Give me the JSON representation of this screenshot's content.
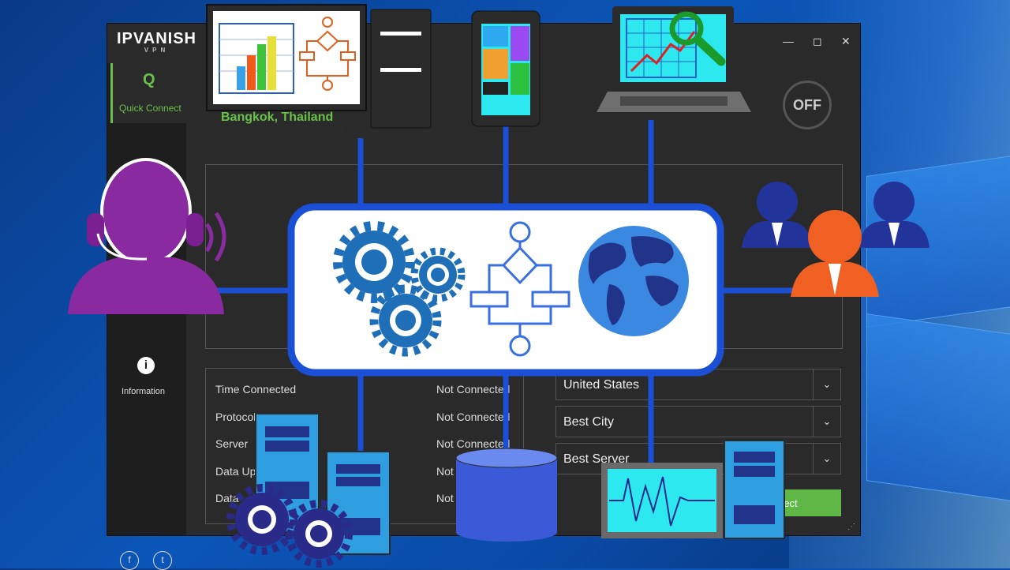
{
  "app": {
    "brand": "IPVANISH",
    "brand_sub": "VPN",
    "window_controls": [
      "—",
      "◻",
      "✕"
    ],
    "sidebar": {
      "quick_connect_label": "Quick Connect",
      "information_label": "Information",
      "social": [
        "f",
        "t"
      ]
    },
    "location_text": "Bangkok, Thailand",
    "power_label": "OFF",
    "stats": [
      {
        "label": "Time Connected",
        "value": "Not Connected"
      },
      {
        "label": "Protocol",
        "value": "Not Connected"
      },
      {
        "label": "Server",
        "value": "Not Connected"
      },
      {
        "label": "Data Up",
        "value": "Not"
      },
      {
        "label": "Data",
        "value": "Not"
      }
    ],
    "dropdowns": {
      "country": "United States",
      "city": "Best City",
      "server": "Best Server"
    },
    "connect_label": "nect",
    "colors": {
      "accent": "#6ac14a",
      "hub_border": "#1a4fd6",
      "app_bg": "#2a2a2a"
    }
  },
  "icons": [
    "headset-agent-icon",
    "bar-chart-monitor-icon",
    "server-tower-icon",
    "tablet-icon",
    "laptop-search-icon",
    "gears-icon",
    "flowchart-icon",
    "globe-icon",
    "users-group-icon",
    "database-icon",
    "server-rack-icon",
    "waveform-monitor-icon"
  ]
}
